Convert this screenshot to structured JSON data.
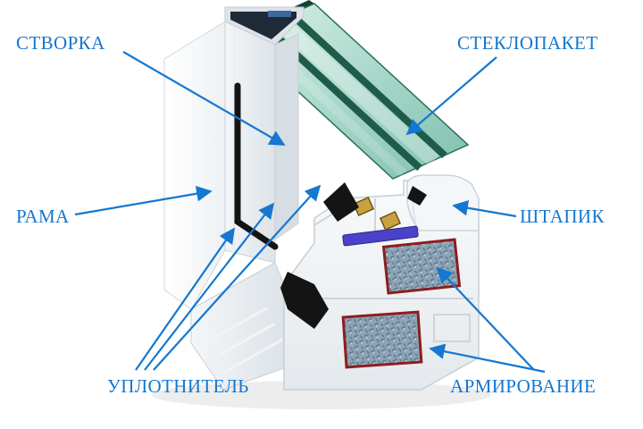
{
  "diagram": {
    "accent_color": "#1577cf",
    "background": "#ffffff",
    "labels": {
      "sash": "СТВОРКА",
      "glazing_unit": "СТЕКЛОПАКЕТ",
      "frame": "РАМА",
      "glazing_bead": "ШТАПИК",
      "seal": "УПЛОТНИТЕЛЬ",
      "reinforcement": "АРМИРОВАНИЕ"
    },
    "illustration": {
      "colors": {
        "pvc_white": "#f6f8f9",
        "pvc_shadow": "#dde3e8",
        "glass_teal": "#8fc6b8",
        "glass_edge": "#1e5c49",
        "seal_black": "#141414",
        "steel_blue": "#8da4b7",
        "reinforce_outline": "#8e1d1d",
        "spacer_gold": "#c9a23f",
        "support_purple": "#4b42c9"
      }
    }
  }
}
